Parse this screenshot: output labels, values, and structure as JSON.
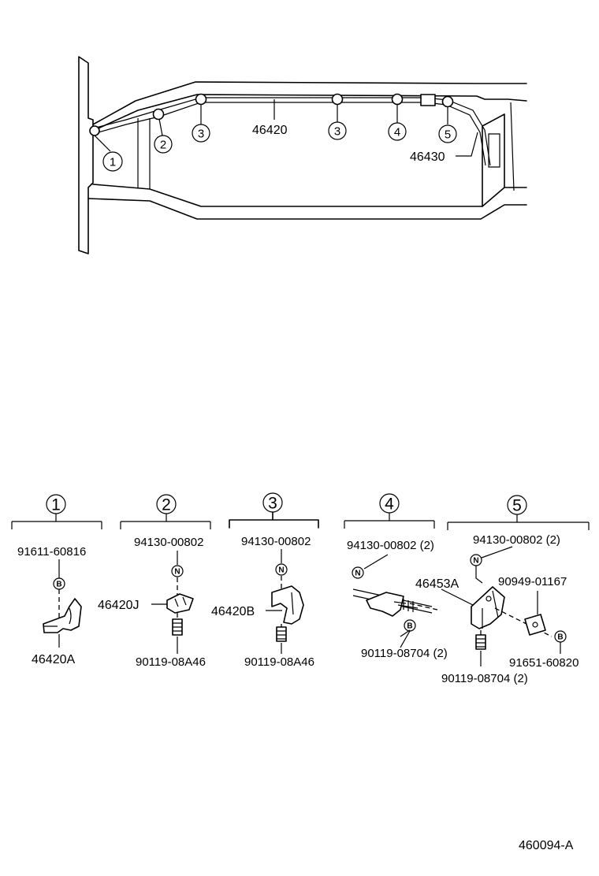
{
  "overview": {
    "main_cable": "46420",
    "rear_cable": "46430",
    "clamp_markers": [
      "1",
      "2",
      "3",
      "3",
      "4",
      "5"
    ]
  },
  "details": [
    {
      "number": "1",
      "fasteners": [
        {
          "marker": "B",
          "part": "91611-60816"
        }
      ],
      "parts": [
        "46420A"
      ]
    },
    {
      "number": "2",
      "fasteners": [
        {
          "marker": "N",
          "part": "94130-00802"
        },
        {
          "marker": "",
          "part": "90119-08A46"
        }
      ],
      "parts": [
        "46420J"
      ]
    },
    {
      "number": "3",
      "fasteners": [
        {
          "marker": "N",
          "part": "94130-00802"
        },
        {
          "marker": "",
          "part": "90119-08A46"
        }
      ],
      "parts": [
        "46420B"
      ]
    },
    {
      "number": "4",
      "fasteners": [
        {
          "marker": "N",
          "part": "94130-00802 (2)"
        },
        {
          "marker": "B",
          "part": "90119-08704 (2)"
        }
      ],
      "parts": []
    },
    {
      "number": "5",
      "fasteners": [
        {
          "marker": "N",
          "part": "94130-00802 (2)"
        },
        {
          "marker": "",
          "part": "90949-01167"
        },
        {
          "marker": "B",
          "part": "91651-60820"
        },
        {
          "marker": "",
          "part": "90119-08704 (2)"
        }
      ],
      "parts": [
        "46453A"
      ]
    }
  ],
  "figure_code": "460094-A"
}
